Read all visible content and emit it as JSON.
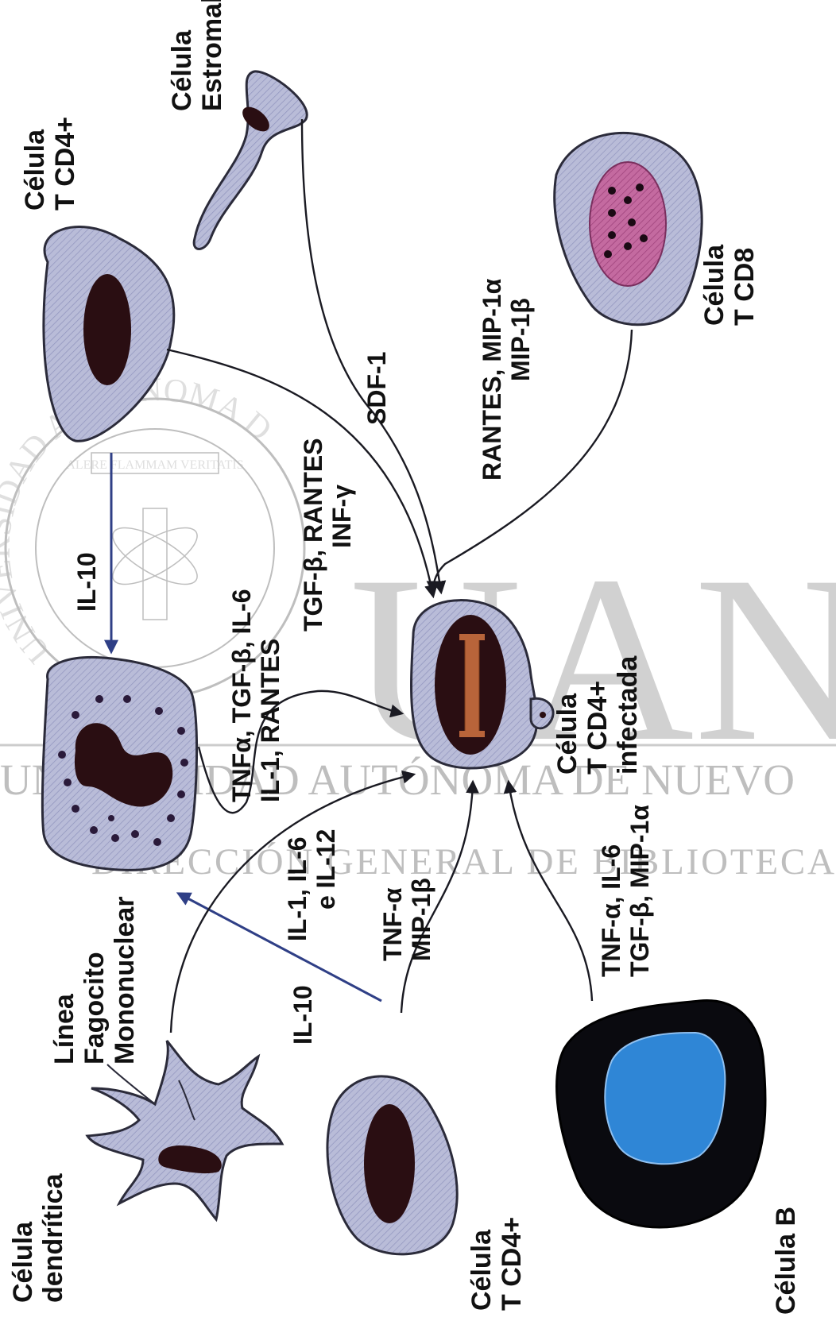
{
  "diagram": {
    "cells": {
      "dendritic": [
        "Célula",
        "dendrítica"
      ],
      "phagocyte": [
        "Línea",
        "Fagocito",
        "Mononuclear"
      ],
      "cd4_left": [
        "Célula",
        "T CD4+"
      ],
      "cd4_top": [
        "Célula",
        "T CD4+"
      ],
      "stromal": [
        "Célula",
        "Estromal"
      ],
      "cd8": [
        "Célula",
        "T CD8"
      ],
      "infected": [
        "Célula",
        "T CD4+",
        "infectada"
      ],
      "b_cell": [
        "Célula B"
      ]
    },
    "mediators": {
      "il10_left": "IL-10",
      "il10_top": "IL-10",
      "phago_secretion": [
        "IL-1, IL-6",
        "e IL-12"
      ],
      "phago_to_infected": [
        "TNFα, TGF-β, IL-6",
        "IL-1, RANTES"
      ],
      "cd4_top_to_infected": [
        "TGF-β, RANTES",
        "INF-γ"
      ],
      "cd4_left_to_infected": [
        "TNF-α",
        "MIP-1β"
      ],
      "stromal_to_infected": "SDF-1",
      "cd8_to_infected": [
        "RANTES, MIP-1α",
        "MIP-1β"
      ],
      "b_to_infected": [
        "TNF-α, IL-6",
        "TGF-β, MIP-1α"
      ]
    },
    "watermark": {
      "big": "UAN",
      "line1": "UNIVERSIDAD AUTÓNOMA DE NUEVO",
      "line2": "DIRECCIÓN GENERAL DE BIBLIOTECA",
      "seal_ring": "UNIVERSIDAD AUTÓNOMA DE NUEVO",
      "seal_motto": "ALERE FLAMMAM VERITATIS"
    },
    "colors": {
      "cell_fill": "#b9bcd8",
      "nucleus": "#2a0e12",
      "cd8_nucleus": "#b0508a",
      "b_cell_body": "#0a0a0f",
      "b_cell_nucleus": "#2f86d6",
      "arrow_blue": "#2f3f86"
    }
  }
}
